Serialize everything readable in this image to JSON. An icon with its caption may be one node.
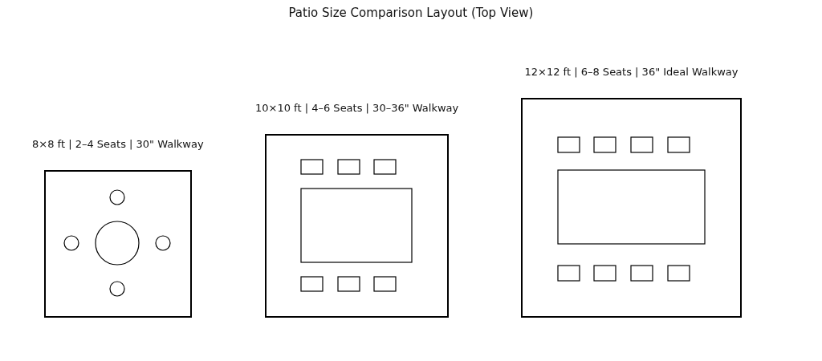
{
  "diagram": {
    "title": "Patio Size Comparison Layout (Top View)",
    "nodes": [
      {
        "text": [
          "8×8 ft | 2–4 Seats | 30\" Walkway"
        ]
      },
      {
        "text": [
          "10×10 ft | 4–6 Seats | 30–36\" Walkway"
        ]
      },
      {
        "text": [
          "12×12 ft | 6–8 Seats | 36\" Ideal Walkway"
        ]
      }
    ]
  }
}
